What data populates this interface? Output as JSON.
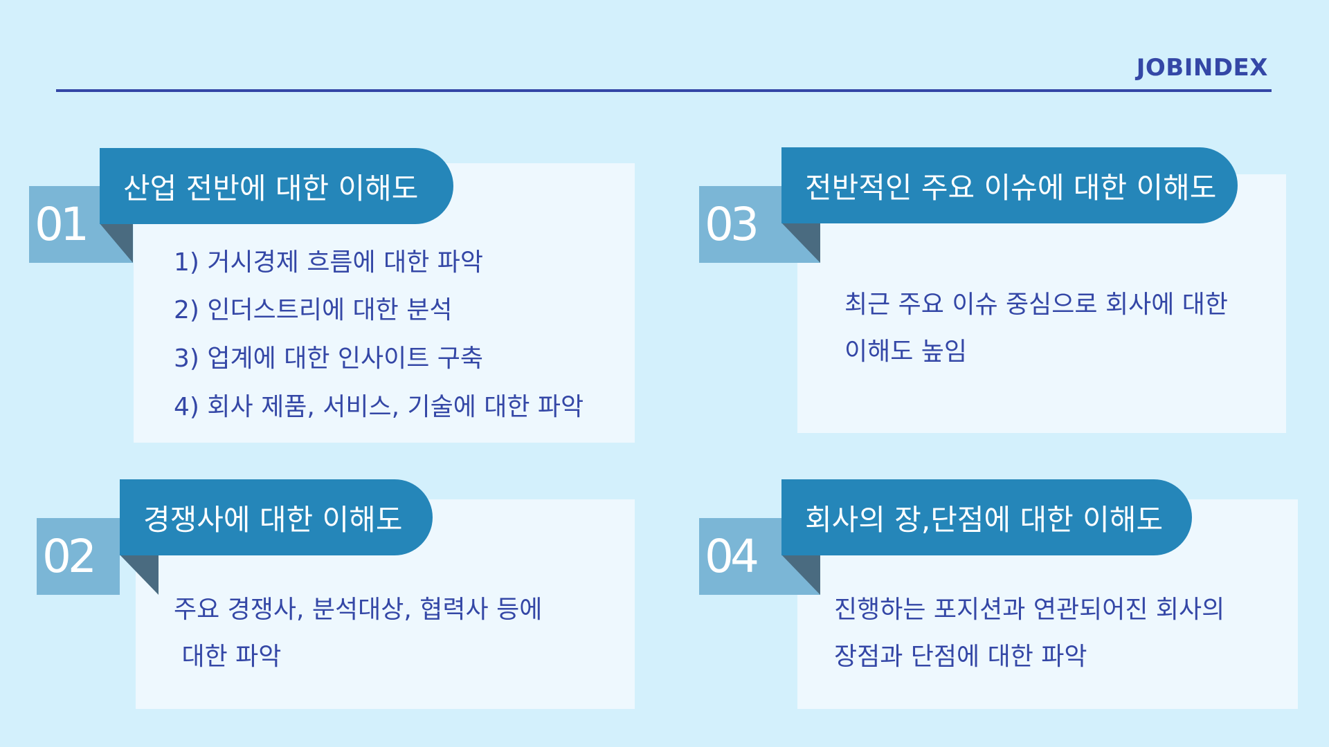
{
  "header": {
    "brand": "JOBINDEX"
  },
  "colors": {
    "background": "#d3f0fc",
    "card": "#eef8fe",
    "banner": "#2586b9",
    "number_block": "#7bb6d6",
    "fold": "#4a6b80",
    "text": "#3447a6"
  },
  "cards": [
    {
      "number": "01",
      "title": "산업 전반에 대한 이해도",
      "lines": [
        "1) 거시경제 흐름에 대한 파악",
        "2) 인더스트리에 대한 분석",
        "3) 업계에 대한 인사이트 구축",
        "4) 회사 제품, 서비스, 기술에 대한 파악"
      ]
    },
    {
      "number": "02",
      "title": "경쟁사에 대한 이해도",
      "lines": [
        "주요 경쟁사, 분석대상, 협력사 등에",
        " 대한 파악"
      ]
    },
    {
      "number": "03",
      "title": "전반적인 주요 이슈에 대한 이해도",
      "lines": [
        "최근 주요 이슈 중심으로 회사에 대한",
        "이해도 높임"
      ]
    },
    {
      "number": "04",
      "title": "회사의 장,단점에 대한 이해도",
      "lines": [
        "진행하는 포지션과 연관되어진 회사의",
        "장점과 단점에 대한 파악"
      ]
    }
  ]
}
